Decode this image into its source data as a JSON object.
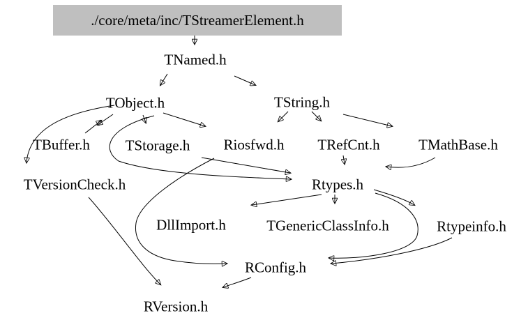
{
  "graph": {
    "type": "include-dependency-graph",
    "background_color": "#ffffff",
    "root_fill_color": "#bfbfbf",
    "edge_color": "#000000",
    "text_color": "#000000",
    "nodes": [
      {
        "id": "root",
        "label": "./core/meta/inc/TStreamerElement.h"
      },
      {
        "id": "tnamed",
        "label": "TNamed.h"
      },
      {
        "id": "tobject",
        "label": "TObject.h"
      },
      {
        "id": "tstring",
        "label": "TString.h"
      },
      {
        "id": "tbuffer",
        "label": "TBuffer.h"
      },
      {
        "id": "tstorage",
        "label": "TStorage.h"
      },
      {
        "id": "riosfwd",
        "label": "Riosfwd.h"
      },
      {
        "id": "trefcnt",
        "label": "TRefCnt.h"
      },
      {
        "id": "tmathbase",
        "label": "TMathBase.h"
      },
      {
        "id": "tversioncheck",
        "label": "TVersionCheck.h"
      },
      {
        "id": "rtypes",
        "label": "Rtypes.h"
      },
      {
        "id": "dllimport",
        "label": "DllImport.h"
      },
      {
        "id": "tgenericclassinfo",
        "label": "TGenericClassInfo.h"
      },
      {
        "id": "rtypeinfo",
        "label": "Rtypeinfo.h"
      },
      {
        "id": "rconfig",
        "label": "RConfig.h"
      },
      {
        "id": "rversion",
        "label": "RVersion.h"
      }
    ],
    "edges": [
      {
        "from": "./core/meta/inc/TStreamerElement.h",
        "to": "TNamed.h"
      },
      {
        "from": "TNamed.h",
        "to": "TObject.h"
      },
      {
        "from": "TNamed.h",
        "to": "TString.h"
      },
      {
        "from": "TObject.h",
        "to": "TBuffer.h"
      },
      {
        "from": "TBuffer.h",
        "to": "TObject.h"
      },
      {
        "from": "TObject.h",
        "to": "TStorage.h"
      },
      {
        "from": "TObject.h",
        "to": "Riosfwd.h"
      },
      {
        "from": "TObject.h",
        "to": "TVersionCheck.h"
      },
      {
        "from": "TObject.h",
        "to": "Rtypes.h"
      },
      {
        "from": "TString.h",
        "to": "Riosfwd.h"
      },
      {
        "from": "TString.h",
        "to": "TRefCnt.h"
      },
      {
        "from": "TString.h",
        "to": "TMathBase.h"
      },
      {
        "from": "TStorage.h",
        "to": "Rtypes.h"
      },
      {
        "from": "Riosfwd.h",
        "to": "RConfig.h"
      },
      {
        "from": "TRefCnt.h",
        "to": "Rtypes.h"
      },
      {
        "from": "TMathBase.h",
        "to": "Rtypes.h"
      },
      {
        "from": "Rtypes.h",
        "to": "DllImport.h"
      },
      {
        "from": "Rtypes.h",
        "to": "TGenericClassInfo.h"
      },
      {
        "from": "Rtypes.h",
        "to": "Rtypeinfo.h"
      },
      {
        "from": "Rtypes.h",
        "to": "RConfig.h"
      },
      {
        "from": "Rtypeinfo.h",
        "to": "RConfig.h"
      },
      {
        "from": "TVersionCheck.h",
        "to": "RVersion.h"
      },
      {
        "from": "RConfig.h",
        "to": "RVersion.h"
      }
    ]
  }
}
